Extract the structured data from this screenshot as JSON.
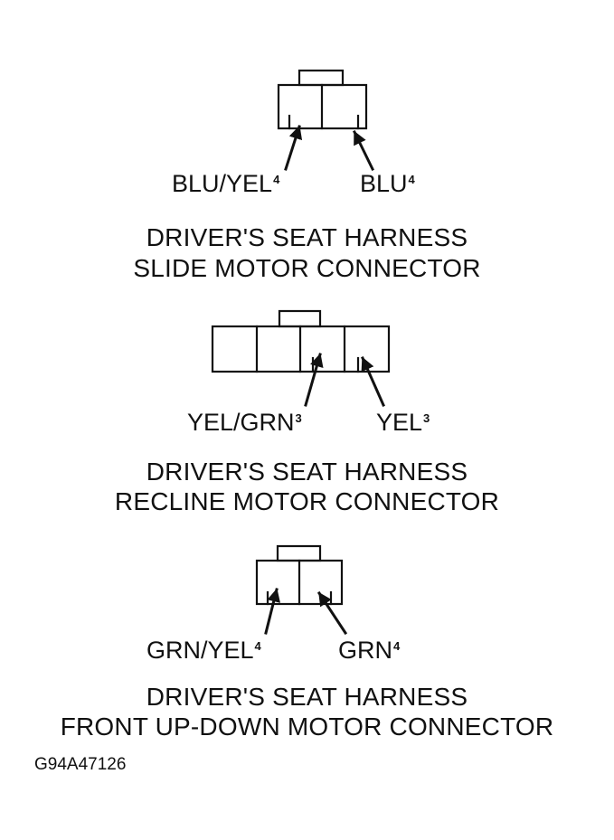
{
  "connectors": [
    {
      "name": "slide",
      "title_line1": "DRIVER'S SEAT HARNESS",
      "title_line2": "SLIDE MOTOR CONNECTOR",
      "pins": [
        {
          "wire": "BLU/YEL",
          "note": "4"
        },
        {
          "wire": "BLU",
          "note": "4"
        }
      ]
    },
    {
      "name": "recline",
      "title_line1": "DRIVER'S SEAT HARNESS",
      "title_line2": "RECLINE MOTOR CONNECTOR",
      "pins": [
        {
          "wire": "YEL/GRN",
          "note": "3"
        },
        {
          "wire": "YEL",
          "note": "3"
        }
      ]
    },
    {
      "name": "front-up-down",
      "title_line1": "DRIVER'S SEAT HARNESS",
      "title_line2": "FRONT UP-DOWN MOTOR CONNECTOR",
      "pins": [
        {
          "wire": "GRN/YEL",
          "note": "4"
        },
        {
          "wire": "GRN",
          "note": "4"
        }
      ]
    }
  ],
  "figure_code": "G94A47126",
  "colors": {
    "ink": "#111111",
    "background": "#ffffff"
  }
}
